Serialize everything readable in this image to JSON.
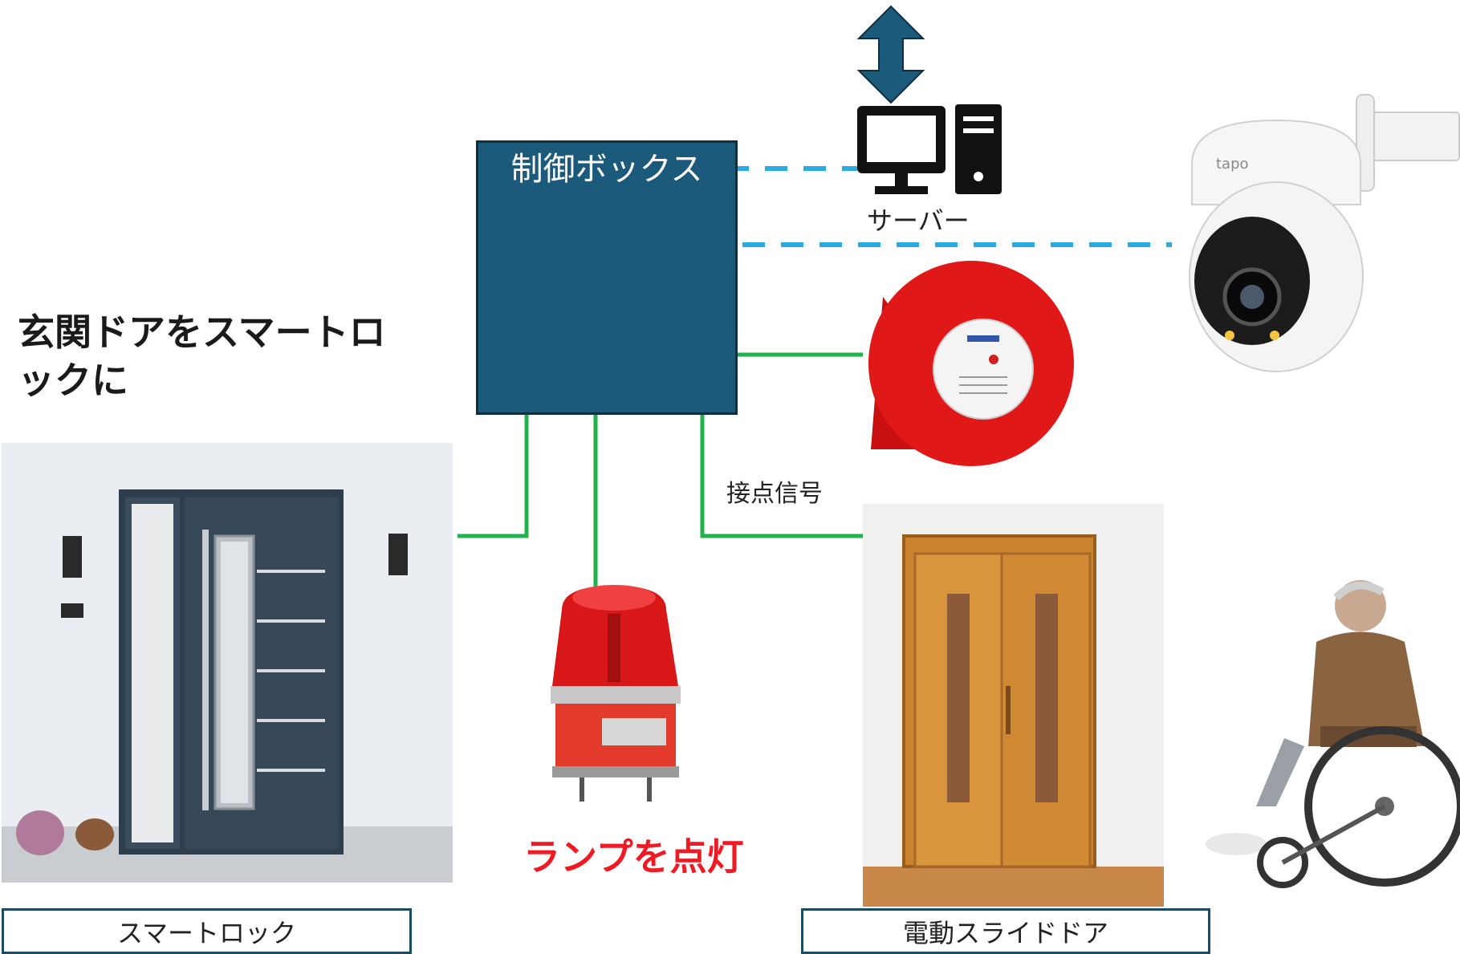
{
  "control_box": {
    "label": "制御ボックス"
  },
  "server": {
    "label": "サーバー"
  },
  "contact_signal": {
    "label": "接点信号"
  },
  "heading": {
    "text": "玄関ドアをスマートロックに"
  },
  "lamp": {
    "caption": "ランプを点灯"
  },
  "smart_lock": {
    "caption": "スマートロック"
  },
  "sliding_door": {
    "caption": "電動スライドドア"
  },
  "camera": {
    "brand": "tapo"
  },
  "colors": {
    "box_fill": "#1b5a7a",
    "network_line": "#29abe2",
    "wire": "#22b14c",
    "lamp_caption": "#ee1b24",
    "arrow": "#1b5a7a"
  }
}
